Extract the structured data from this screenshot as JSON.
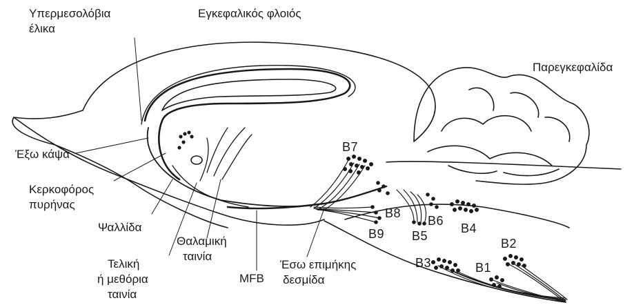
{
  "labels": {
    "cingulum_line1": "Υπερμεσολόβια",
    "cingulum_line2": "έλικα",
    "cortex": "Εγκεφαλικός φλοιός",
    "cerebellum": "Παρεγκεφαλίδα",
    "external_capsule": "Έξω κάψα",
    "caudate_line1": "Κερκοφόρος",
    "caudate_line2": "πυρήνας",
    "fornix": "Ψαλλίδα",
    "stria_terminalis_line1": "Τελική",
    "stria_terminalis_line2": "ή μεθόρια",
    "stria_terminalis_line3": "ταινία",
    "stria_medullaris_line1": "Θαλαμική",
    "stria_medullaris_line2": "ταινία",
    "mfb": "MFB",
    "dlf_line1": "Έσω επιμήκης",
    "dlf_line2": "δεσμίδα",
    "b1": "B1",
    "b2": "B2",
    "b3": "B3",
    "b4": "B4",
    "b5": "B5",
    "b6": "B6",
    "b7": "B7",
    "b8": "B8",
    "b9": "B9"
  },
  "colors": {
    "ink": "#1a1a1a",
    "background": "#ffffff"
  }
}
